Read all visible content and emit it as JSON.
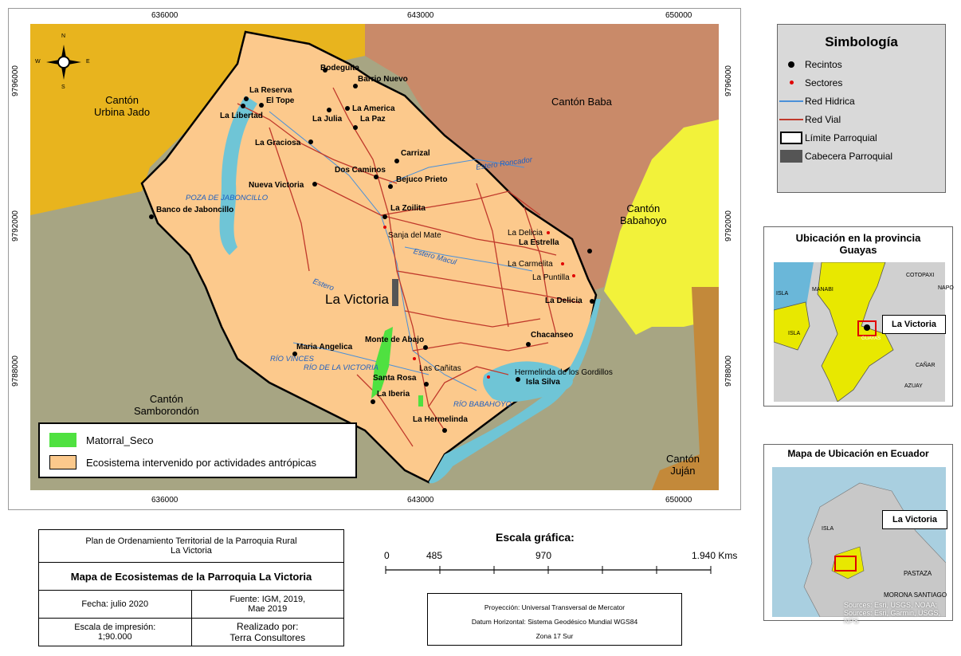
{
  "map": {
    "coords_x": [
      "636000",
      "643000",
      "650000"
    ],
    "coords_y": [
      "9796000",
      "9792000",
      "9788000"
    ],
    "regions": {
      "urbina": "Cantón\nUrbina Jado",
      "baba": "Cantón Baba",
      "babahoyo": "Cantón\nBabahoyo",
      "samborondon": "Cantón\nSamborondón",
      "jujan": "Cantón\nJuján"
    },
    "main_label": "La Victoria",
    "recintos": [
      "La Reserva",
      "El Tope",
      "La Libertad",
      "Bodeguita",
      "Barrio Nuevo",
      "La America",
      "La Julia",
      "La Paz",
      "La Graciosa",
      "Carrizal",
      "Dos Caminos",
      "Bejuco Prieto",
      "Nueva Victoria",
      "Banco de Jaboncillo",
      "La Zoilita",
      "La Estrella",
      "La Delicia",
      "Monte de Abajo",
      "Maria Angelica",
      "Chacanseo",
      "Santa Rosa",
      "La Iberia",
      "Isla Silva",
      "La Hermelinda"
    ],
    "sectores": [
      "Sanja del Mate",
      "La Delicia",
      "La Carmelita",
      "La Puntilla",
      "Las Cañitas",
      "Hermelinda de los Gordillos"
    ],
    "water": [
      "POZA DE JABONCILLO",
      "Estero Roncador",
      "Estero Macul",
      "Estero",
      "RÍO VINCES",
      "RÍO DE LA VICTORIA",
      "RÍO BABAHOYO"
    ],
    "legend_items": [
      "Matorral_Seco",
      "Ecosistema intervenido por actividades antrópicas"
    ],
    "north": [
      "N",
      "S",
      "E",
      "W"
    ]
  },
  "simbologia": {
    "title": "Simbología",
    "items": [
      "Recintos",
      "Sectores",
      "Red Hidrica",
      "Red Vial",
      "Límite Parroquial",
      "Cabecera Parroquial"
    ]
  },
  "provincia": {
    "title": "Ubicación en la provincia\nGuayas",
    "labels": [
      "MANABI",
      "COTOPAXI",
      "NAPO",
      "ISLA",
      "ISLA",
      "CAÑAR",
      "AZUAY",
      "GUAYAS"
    ],
    "callout": "La Victoria"
  },
  "ecuador": {
    "title": "Mapa de Ubicación en Ecuador",
    "labels": [
      "ISLA",
      "PASTAZA",
      "MORONA SANTIAGO"
    ],
    "callout": "La Victoria",
    "sources": "Sources: Esri, USGS, NOAA;\nSources: Esri, Garmin, USGS,\nNPS"
  },
  "infobox": {
    "plan": "Plan de Ordenamiento Territorial de la Parroquia Rural\nLa Victoria",
    "title": "Mapa de Ecosistemas de la Parroquia La Victoria",
    "fecha": "Fecha: julio 2020",
    "fuente": "Fuente: IGM, 2019,\nMae 2019",
    "escala": "Escala de impresión:\n1;90.000",
    "realizado": "Realizado por:\nTerra Consultores"
  },
  "scale": {
    "title": "Escala gráfica:",
    "ticks": [
      "0",
      "485",
      "970",
      "1.940 Kms"
    ]
  },
  "projection": {
    "line1": "Proyección: Universal Transversal de Mercator",
    "line2": "Datum Horizontal: Sistema Geodésico Mundial WGS84",
    "line3": "Zona 17 Sur"
  },
  "colors": {
    "yellow": "#e8b41e",
    "brown": "#c98a69",
    "olive": "#a7a583",
    "bright_yellow": "#f2f23a",
    "parish": "#fcc98c",
    "matorral": "#4fe140",
    "river": "#6fc5d6",
    "roads": "#c0392b"
  }
}
